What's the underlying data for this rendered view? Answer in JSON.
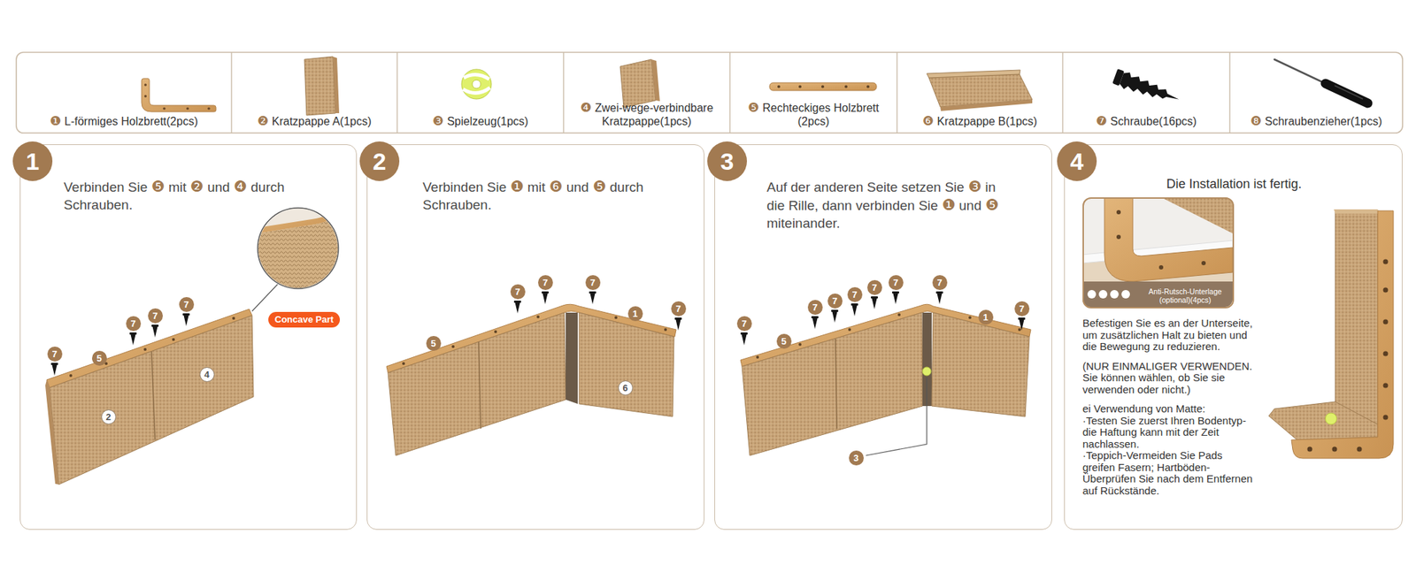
{
  "diagram": {
    "nodes": [
      {
        "text": [
          "❶ L-förmiges Holzbrett(2pcs)"
        ]
      },
      {
        "text": [
          "❷ Kratzpappe A(1pcs)"
        ]
      },
      {
        "text": [
          "❸ Spielzeug(1pcs)"
        ]
      },
      {
        "text": [
          "❹ Zwei-wege-verbindbare Kratzpappe(1pcs)"
        ]
      },
      {
        "text": [
          "❺ Rechteckiges Holzbrett (2pcs)"
        ]
      },
      {
        "text": [
          "❻ Kratzpappe B(1pcs)"
        ]
      },
      {
        "text": [
          "❼ Schraube(16pcs)"
        ]
      },
      {
        "text": [
          "❽ Schraubenzieher(1pcs)"
        ]
      },
      {
        "text": [
          "Verbinden Sie ❺ mit ❷ und ❹ durch Schrauben."
        ]
      },
      {
        "text": [
          "1"
        ],
        "in": 8
      },
      {
        "text": [
          "Concave Part"
        ],
        "in": 8
      },
      {
        "text": [
          "Verbinden Sie ❶ mit ❻ und ❺ durch Schrauben."
        ]
      },
      {
        "text": [
          "2"
        ],
        "in": 11
      },
      {
        "text": [
          "Auf der anderen Seite setzen Sie ❸ in die Rille, dann verbinden Sie ❶ und ❺ miteinander."
        ]
      },
      {
        "text": [
          "3"
        ],
        "in": 13
      },
      {
        "text": [
          "Die Installation ist fertig.",
          "Befestigen Sie es an der Unterseite, um zusätzlichen Halt zu bieten und die Bewegung zu reduzieren.",
          "(NUR EINMALIGER VERWENDEN. Sie können wählen, ob Sie sie verwenden oder nicht.)",
          "ei Verwendung von Matte:",
          "·Testen Sie zuerst Ihren Bodentyp-die Haftung kann mit der Zeit nachlassen.",
          "·Teppich-Vermeiden Sie Pads greifen Fasern; Hartböden-Überprüfen Sie nach dem Entfernen auf Rückstände."
        ]
      },
      {
        "text": [
          "4"
        ],
        "in": 15
      },
      {
        "text": [
          "Anti-Rutsch-Unterlage (optional)(4pcs)"
        ],
        "in": 15
      }
    ],
    "labels": [
      "7",
      "7",
      "7",
      "7",
      "5",
      "2",
      "4",
      "7",
      "7",
      "7",
      "7",
      "5",
      "1",
      "6",
      "7",
      "7",
      "7",
      "7",
      "7",
      "7",
      "7",
      "7",
      "5",
      "1",
      "3"
    ]
  }
}
